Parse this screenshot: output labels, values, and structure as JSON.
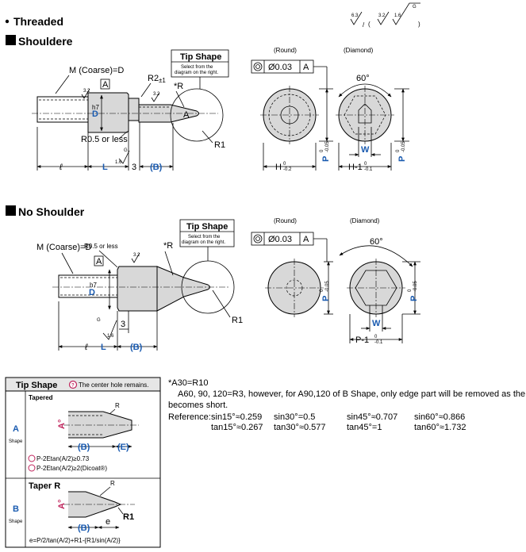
{
  "header": {
    "threaded_label": "Threaded",
    "shouldered_label": "Shouldere",
    "no_shoulder_label": "No Shoulder",
    "surface_finish": [
      "6.3",
      "3.2",
      "1.6",
      "G"
    ]
  },
  "shouldered": {
    "thread_label": "M (Coarse)=D",
    "datum_a": "A",
    "diameter": "D",
    "tol": "h7",
    "radius_r2": "R2",
    "radius_r2_tol": "±1",
    "star_r": "*R",
    "tip_angle": "A",
    "finish_1": "3.2",
    "finish_2": "3.2",
    "finish_3": "1.6",
    "finish_g": "G",
    "r05": "R0.5 or less",
    "dim_l_small": "ℓ",
    "dim_L": "L",
    "dim_3": "3",
    "dim_B": "(B)",
    "r1": "R1",
    "tip_shape_title": "Tip Shape",
    "tip_shape_note_1": "Select from the",
    "tip_shape_note_2": "diagram on the right."
  },
  "shouldered_round": {
    "caption": "(Round)",
    "tolerance_value": "Ø0.03",
    "datum": "A",
    "dim_h": "H",
    "dim_h_tol": "0",
    "dim_h_tol2": "-0.2",
    "dim_p": "P",
    "dim_p_tol": "0",
    "dim_p_tol2": "-0.05"
  },
  "shouldered_diamond": {
    "caption": "(Diamond)",
    "angle": "60°",
    "dim_w": "W",
    "dim_h": "H-1",
    "dim_h_tol": "0",
    "dim_h_tol2": "-0.1",
    "dim_p": "P",
    "dim_p_tol": "0",
    "dim_p_tol2": "-0.05"
  },
  "no_shoulder": {
    "thread_label": "M (Coarse)=D",
    "r05": "R0.5 or less",
    "star_r": "*R",
    "datum_a": "A",
    "diameter": "D",
    "tol": "h7",
    "finish_1": "3.2",
    "finish_2": "1.6",
    "finish_g": "G",
    "dim_l_small": "ℓ",
    "dim_L": "L",
    "dim_3": "3",
    "dim_B": "(B)",
    "r1": "R1",
    "tip_shape_title": "Tip Shape",
    "tip_shape_note_1": "Select from the",
    "tip_shape_note_2": "diagram on the right."
  },
  "no_shoulder_round": {
    "caption": "(Round)",
    "tolerance_value": "Ø0.03",
    "datum": "A",
    "dim_p": "P",
    "dim_p_tol": "0",
    "dim_p_tol2": "-0.05"
  },
  "no_shoulder_diamond": {
    "caption": "(Diamond)",
    "angle": "60°",
    "dim_w": "W",
    "dim_p": "P-1",
    "dim_p_tol": "0",
    "dim_p_tol2": "-0.1",
    "dim_p2": "P",
    "dim_p2_tol": "0",
    "dim_p2_tol2": "-0.05"
  },
  "tip_table": {
    "title": "Tip Shape",
    "note": "The center hole remains.",
    "row_a_letter": "A",
    "row_a_word": "Shape",
    "row_a_title": "Tapered",
    "row_a_angle": "A°",
    "row_a_r": "R",
    "row_a_b": "(B)",
    "row_a_e": "(E)",
    "row_a_cond_1": "P-2Etan(A/2)≥0.73",
    "row_a_cond_2": "P-2Etan(A/2)≥2(Dicoat®)",
    "row_b_letter": "B",
    "row_b_word": "Shape",
    "row_b_title": "Taper R",
    "row_b_angle": "A°",
    "row_b_r": "R",
    "row_b_r1": "R1",
    "row_b_b": "(B)",
    "row_b_e": "e",
    "row_b_formula": "e=P/2/tan(A/2)+R1-{R1/sin(A/2)}"
  },
  "notes": {
    "line1": "*A30=R10",
    "line2": "A60, 90, 120=R3, however, for A90,120 of B Shape, only edge part will be removed as the tip",
    "line3": "becomes short.",
    "ref_label": "Reference:",
    "ref": [
      [
        "sin15°≈0.259",
        "sin30°=0.5",
        "sin45°≈0.707",
        "sin60°≈0.866"
      ],
      [
        "tan15°≈0.267",
        "tan30°≈0.577",
        "tan45°=1",
        "tan60°≈1.732"
      ]
    ]
  }
}
